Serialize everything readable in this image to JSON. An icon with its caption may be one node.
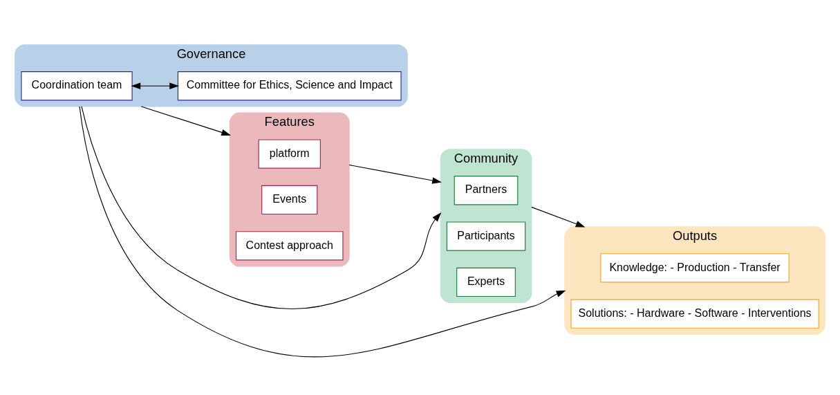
{
  "diagram": {
    "nodes": [
      {
        "text": [
          "Governance"
        ]
      },
      {
        "text": [
          "Coordination team"
        ],
        "in": 0
      },
      {
        "text": [
          "Committee for Ethics, Science and Impact"
        ],
        "in": 0
      },
      {
        "text": [
          "Features"
        ]
      },
      {
        "text": [
          "platform"
        ],
        "in": 3
      },
      {
        "text": [
          "Events"
        ],
        "in": 3
      },
      {
        "text": [
          "Contest approach"
        ],
        "in": 3
      },
      {
        "text": [
          "Community"
        ]
      },
      {
        "text": [
          "Partners"
        ],
        "in": 7
      },
      {
        "text": [
          "Participants"
        ],
        "in": 7
      },
      {
        "text": [
          "Experts"
        ],
        "in": 7
      },
      {
        "text": [
          "Outputs"
        ]
      },
      {
        "text": [
          "Knowledge: - Production - Transfer"
        ],
        "in": 11
      },
      {
        "text": [
          "Solutions: - Hardware - Software - Interventions"
        ],
        "in": 11
      }
    ],
    "edges": [
      {
        "from": 1,
        "to": 2,
        "arrow": "both"
      },
      {
        "from": 0,
        "to": 3,
        "arrow": "to"
      },
      {
        "from": 0,
        "to": 7,
        "arrow": "to"
      },
      {
        "from": 0,
        "to": 11,
        "arrow": "to"
      },
      {
        "from": 3,
        "to": 7,
        "arrow": "to"
      },
      {
        "from": 7,
        "to": 11,
        "arrow": "to"
      }
    ]
  }
}
